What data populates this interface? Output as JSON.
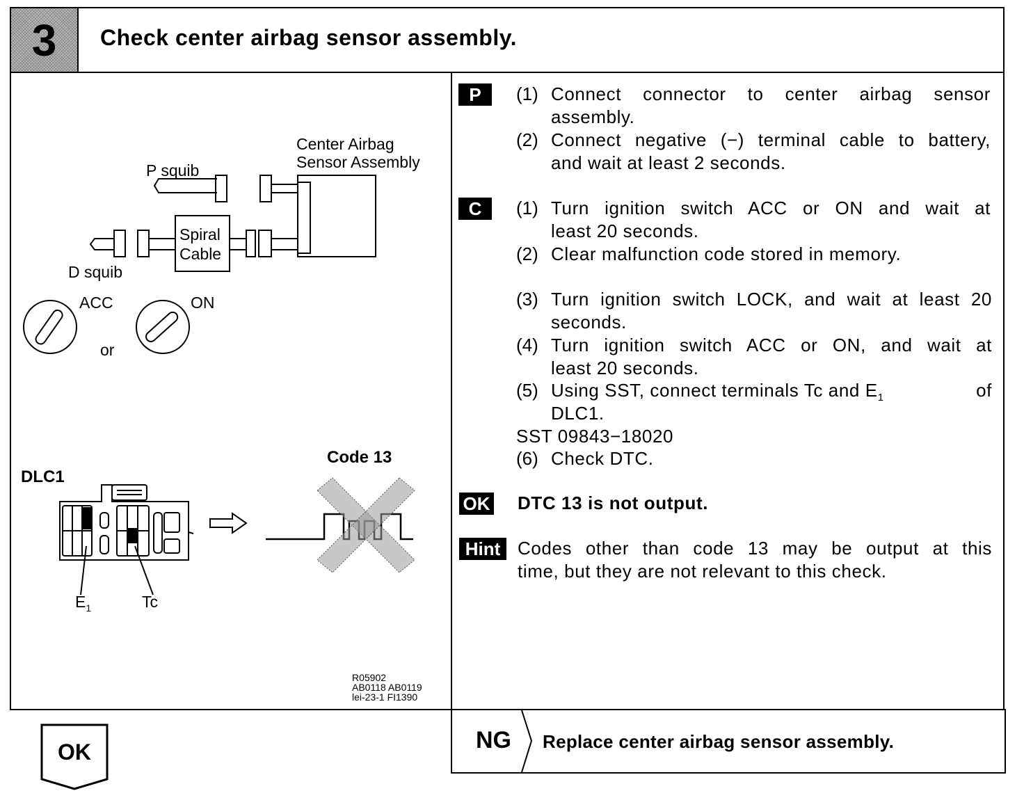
{
  "header": {
    "step_number": "3",
    "title": "Check center airbag sensor assembly."
  },
  "figure": {
    "label_center_airbag": "Center Airbag",
    "label_sensor_assembly": "Sensor Assembly",
    "label_p_squib": "P squib",
    "label_d_squib": "D squib",
    "label_spiral": "Spiral",
    "label_cable": "Cable",
    "label_acc": "ACC",
    "label_on": "ON",
    "label_or": "or",
    "label_dlc1": "DLC1",
    "label_code": "Code 13",
    "label_e": "E",
    "label_e_sub": "1",
    "label_tc": "Tc",
    "ref_line1": "R05902",
    "ref_line2": "AB0118 AB0119",
    "ref_line3": "lei-23-1 FI1390"
  },
  "steps": {
    "tag_p": "P",
    "p1_num": "(1)",
    "p1_line1": "Connect connector to center airbag sensor",
    "p1_line2": "assembly.",
    "p2_num": "(2)",
    "p2_line1": "Connect negative (−) terminal cable to battery,",
    "p2_line2": "and wait at least 2 seconds.",
    "tag_c": "C",
    "c1_num": "(1)",
    "c1_line1": "Turn ignition switch ACC or ON and wait at",
    "c1_line2": "least 20 seconds.",
    "c2_num": "(2)",
    "c2_line1": "Clear malfunction code stored in memory.",
    "c3_num": "(3)",
    "c3_line1": "Turn ignition switch LOCK, and wait at least 20",
    "c3_line2": "seconds.",
    "c4_num": "(4)",
    "c4_line1": "Turn ignition switch ACC or ON, and wait at",
    "c4_line2": "least 20 seconds.",
    "c5_num": "(5)",
    "c5_line1a": "Using SST, connect terminals Tc and E",
    "c5_line1_sub": "1",
    "c5_line1b": "of",
    "c5_line2": "DLC1.",
    "sst_line": "SST 09843−18020",
    "c6_num": "(6)",
    "c6_line1": "Check DTC.",
    "tag_ok": "OK",
    "ok_text": "DTC 13 is not output.",
    "tag_hint": "Hint",
    "hint_line1": "Codes other than code 13 may be output at this",
    "hint_line2": "time, but they are not relevant to this check."
  },
  "footer": {
    "ok_label": "OK",
    "ng_label": "NG",
    "ng_action": "Replace center airbag sensor assembly."
  }
}
